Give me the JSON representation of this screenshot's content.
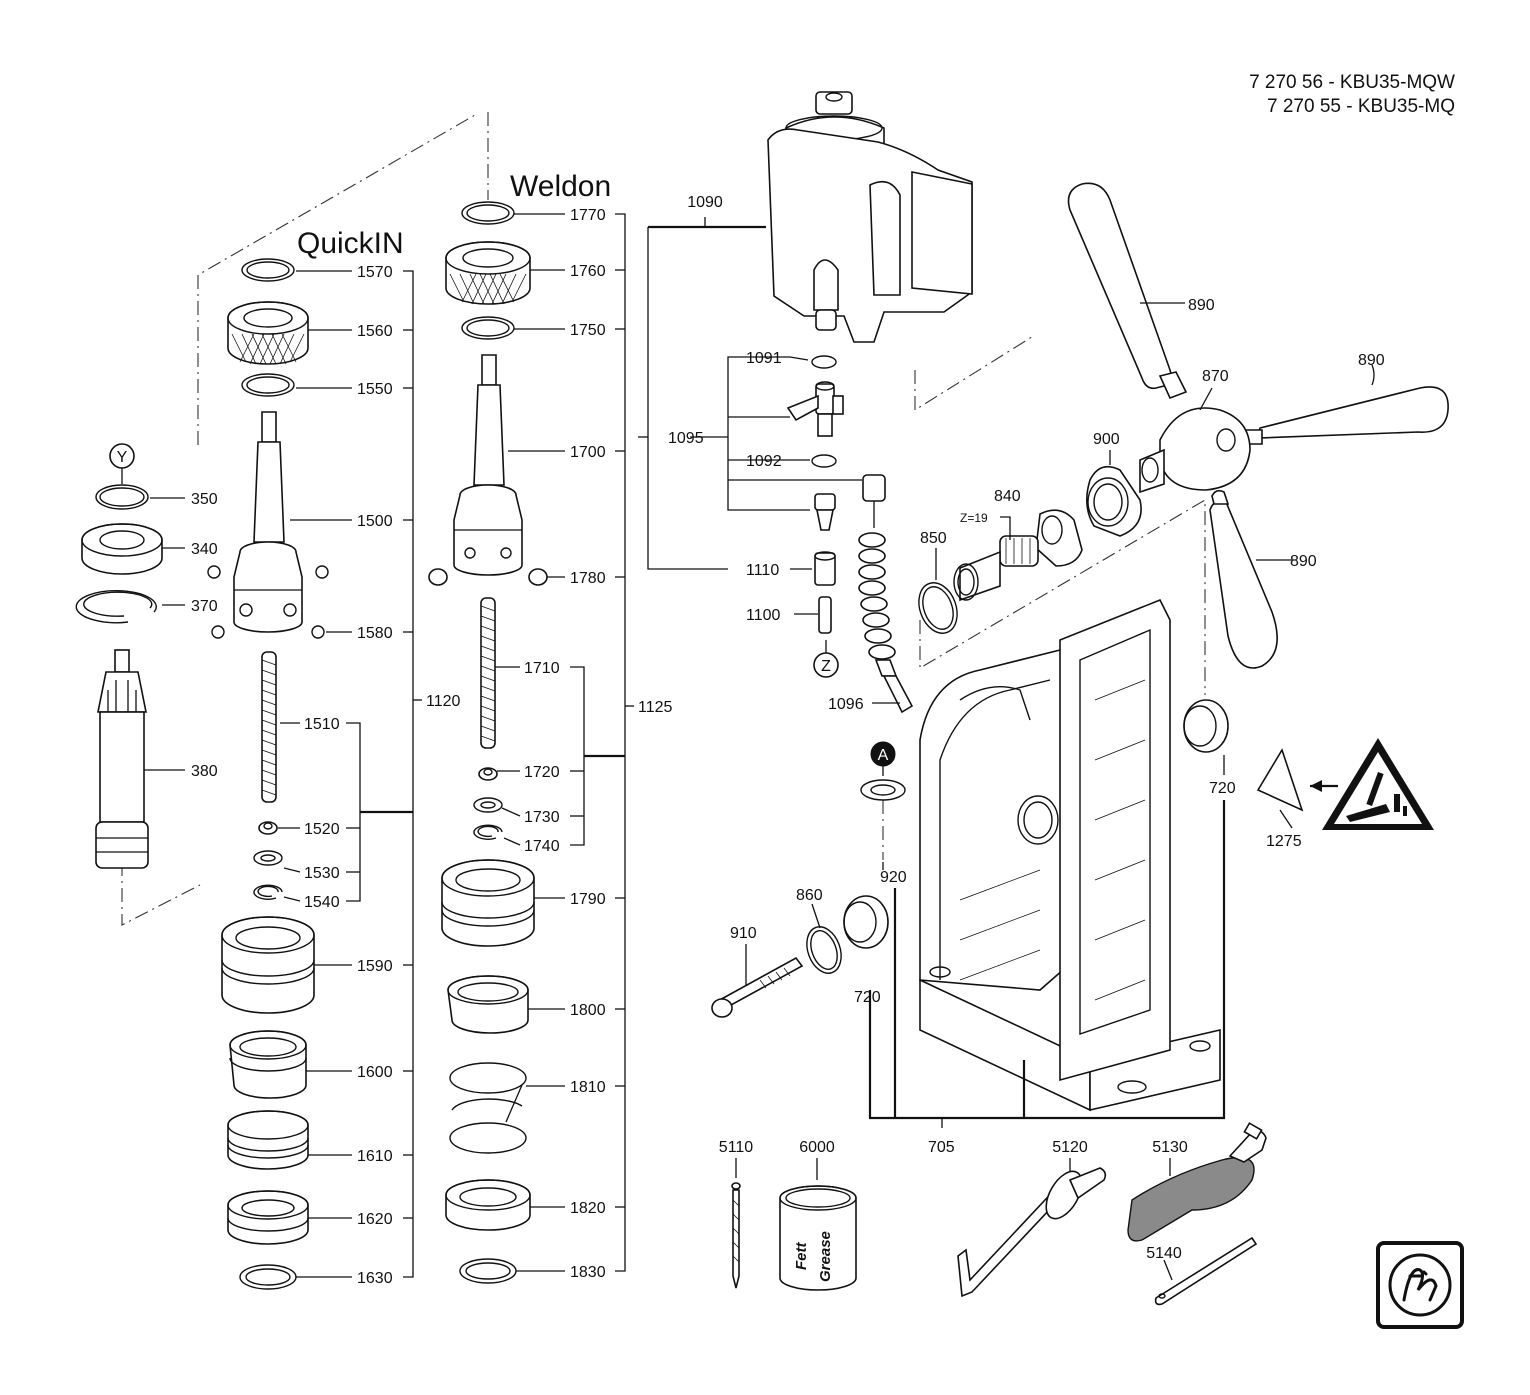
{
  "header": {
    "line1": "7 270 56 - KBU35-MQW",
    "line2": "7 270 55 - KBU35-MQ"
  },
  "titles": {
    "quickin": "QuickIN",
    "weldon": "Weldon"
  },
  "labels": {
    "p350": "350",
    "p340": "340",
    "p370": "370",
    "p380": "380",
    "y": "Y",
    "p1570": "1570",
    "p1560": "1560",
    "p1550": "1550",
    "p1500": "1500",
    "p1580": "1580",
    "p1510": "1510",
    "p1520": "1520",
    "p1530": "1530",
    "p1540": "1540",
    "p1120": "1120",
    "p1590": "1590",
    "p1600": "1600",
    "p1610": "1610",
    "p1620": "1620",
    "p1630": "1630",
    "p1770": "1770",
    "p1760": "1760",
    "p1750": "1750",
    "p1700": "1700",
    "p1780": "1780",
    "p1710": "1710",
    "p1720": "1720",
    "p1730": "1730",
    "p1740": "1740",
    "p1125": "1125",
    "p1790": "1790",
    "p1800": "1800",
    "p1810": "1810",
    "p1820": "1820",
    "p1830": "1830",
    "p1090": "1090",
    "p1091": "1091",
    "p1095": "1095",
    "p1092": "1092",
    "p1110": "1110",
    "p1100": "1100",
    "z": "Z",
    "p1096": "1096",
    "p890a": "890",
    "p890b": "890",
    "p890c": "890",
    "p870": "870",
    "p900": "900",
    "p840": "840",
    "z19": "Z=19",
    "p850": "850",
    "a": "A",
    "p920": "920",
    "p720a": "720",
    "p720b": "720",
    "p1275": "1275",
    "p910": "910",
    "p860": "860",
    "p705": "705",
    "p5110": "5110",
    "p6000": "6000",
    "p5120": "5120",
    "p5130": "5130",
    "p5140": "5140",
    "fett": "Fett",
    "grease": "Grease"
  },
  "icons": {
    "warning": "warning-triangle-icon",
    "brand": "fein-logo"
  }
}
